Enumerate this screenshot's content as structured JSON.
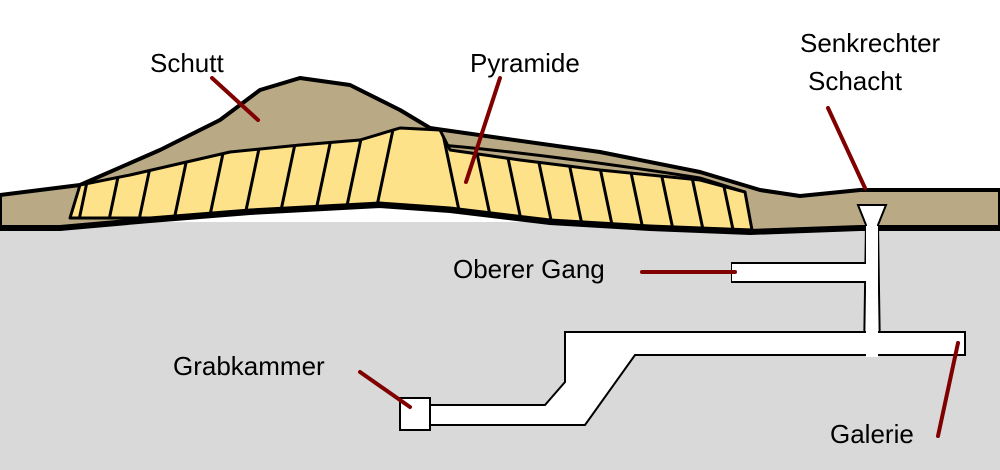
{
  "labels": {
    "schutt": "Schutt",
    "pyramide": "Pyramide",
    "schacht_line1": "Senkrechter",
    "schacht_line2": "Schacht",
    "oberer_gang": "Oberer Gang",
    "grabkammer": "Grabkammer",
    "galerie": "Galerie"
  },
  "colors": {
    "ground": "#d9d9d9",
    "rubble": "#b9aa85",
    "pyramid": "#fde28a",
    "leader": "#800000",
    "passage": "#ffffff"
  }
}
